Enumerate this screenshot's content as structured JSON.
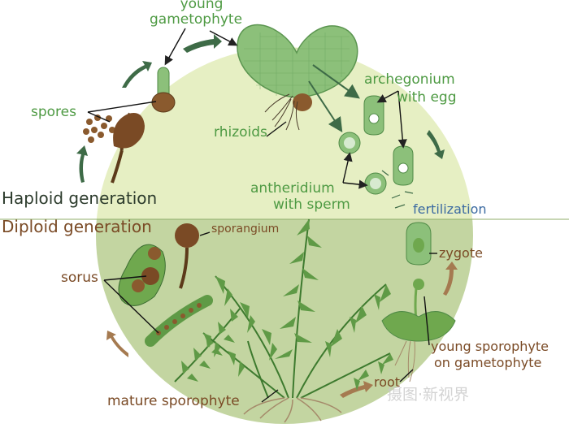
{
  "labels": {
    "young_gametophyte_1": "young",
    "young_gametophyte_2": "gametophyte",
    "spores": "spores",
    "rhizoids": "rhizoids",
    "archegonium_1": "archegonium",
    "archegonium_2": "with egg",
    "antheridium_1": "antheridium",
    "antheridium_2": "with sperm",
    "fertilization": "fertilization",
    "haploid": "Haploid generation",
    "diploid": "Diploid generation",
    "sporangium": "sporangium",
    "sorus": "sorus",
    "zygote": "zygote",
    "young_sporophyte_1": "young sporophyte",
    "young_sporophyte_2": "on gametophyte",
    "root": "root",
    "mature_sporophyte": "mature sporophyte",
    "watermark": "摄图·新视界"
  },
  "colors": {
    "haploid_bg": "#e6efc3",
    "diploid_bg": "#c3d5a1",
    "label_green": "#4e9a43",
    "label_brown": "#7a4a25",
    "label_blue": "#3b6aa1",
    "leaf_green": "#6fa84e",
    "spore_brown": "#8a5a2e",
    "arrow_green": "#3e6b47",
    "arrow_brown": "#a57a50"
  }
}
